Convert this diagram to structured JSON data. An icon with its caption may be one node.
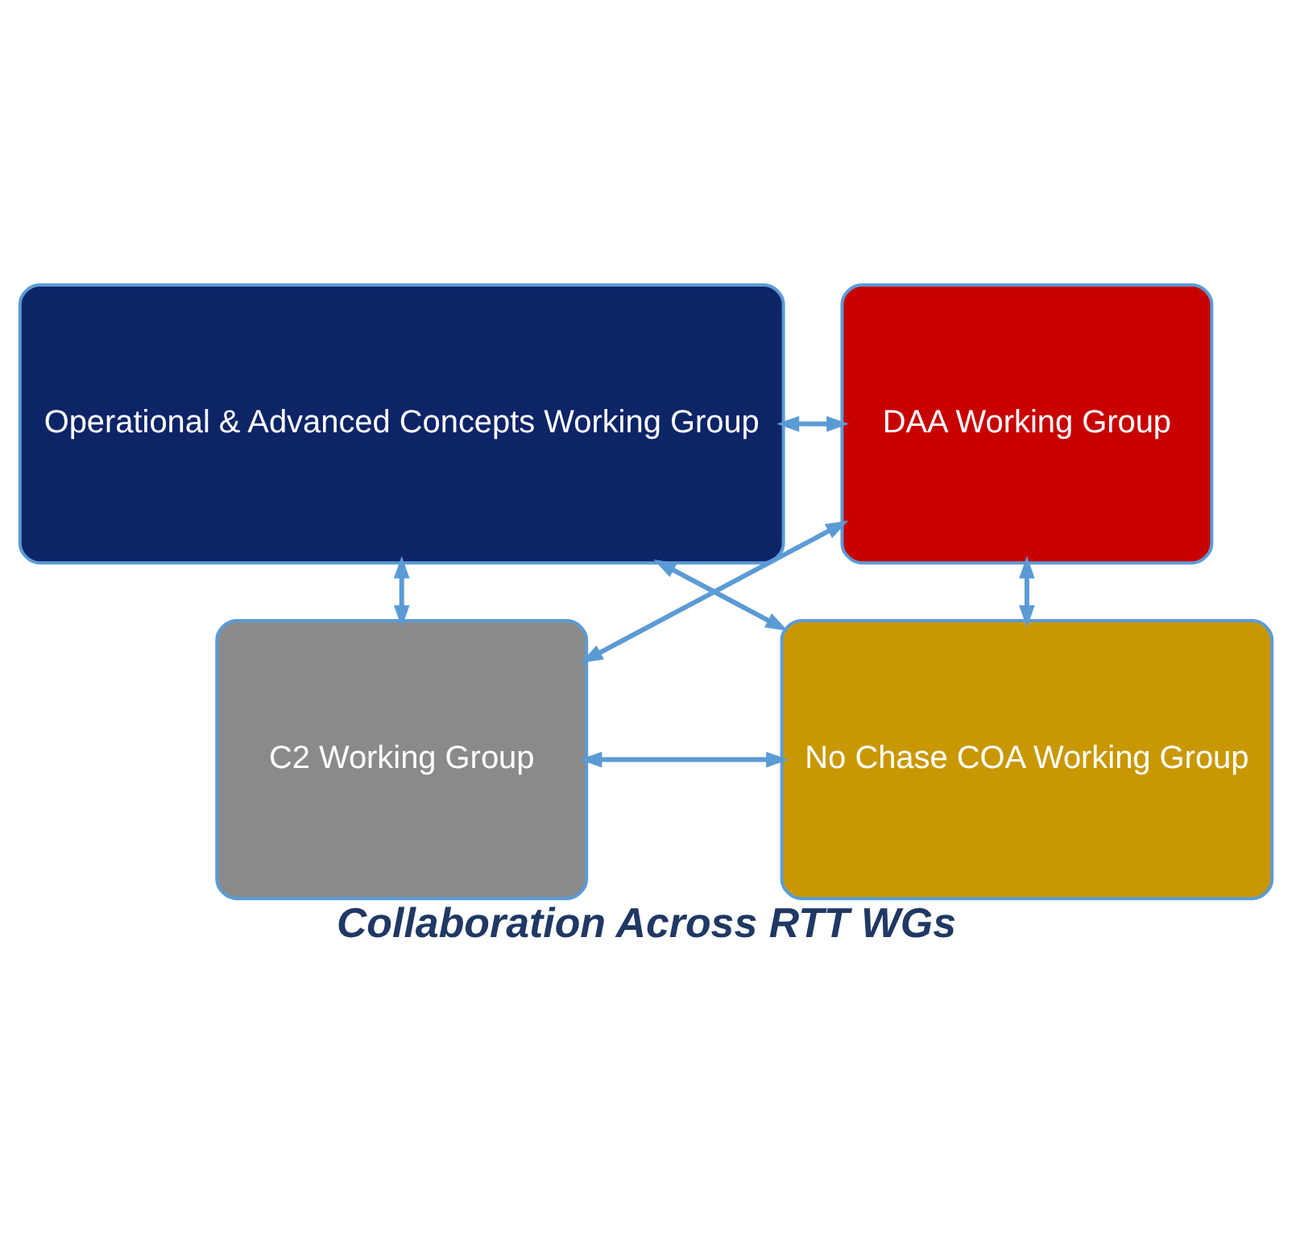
{
  "diagram": {
    "caption": "Collaboration Across RTT WGs",
    "nodes": [
      {
        "text": [
          "Operational & Advanced Concepts Working Group"
        ]
      },
      {
        "text": [
          "DAA Working Group"
        ]
      },
      {
        "text": [
          "C2 Working Group"
        ]
      },
      {
        "text": [
          "No Chase COA Working Group"
        ]
      }
    ],
    "edges": [
      {
        "from": 0,
        "to": 1,
        "arrow": "both"
      },
      {
        "from": 0,
        "to": 2,
        "arrow": "both"
      },
      {
        "from": 1,
        "to": 3,
        "arrow": "both"
      },
      {
        "from": 2,
        "to": 3,
        "arrow": "both"
      },
      {
        "from": 0,
        "to": 3,
        "arrow": "both"
      },
      {
        "from": 1,
        "to": 2,
        "arrow": "both"
      }
    ]
  }
}
